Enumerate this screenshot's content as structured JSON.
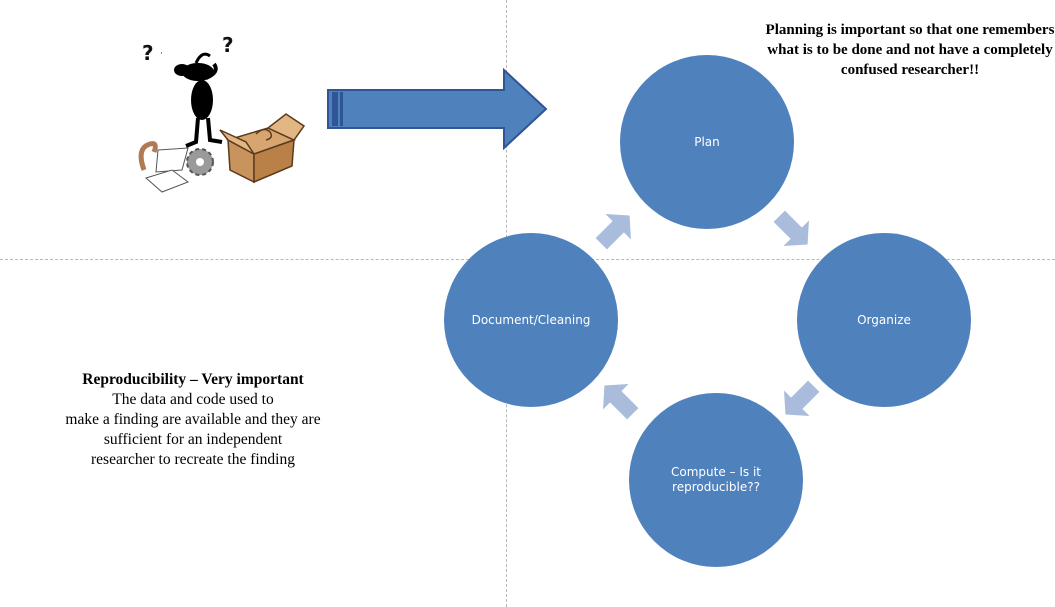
{
  "notes": {
    "planning": "Planning  is important so that one remembers what is to be done and not have a completely confused researcher!!",
    "reproducibility_heading": "Reproducibility – Very important",
    "reproducibility_lines": [
      "The data and code used to",
      "make a finding are available and they are",
      "sufficient for an independent",
      "researcher to recreate the finding"
    ]
  },
  "cycle": {
    "steps": [
      {
        "id": "plan",
        "label": "Plan"
      },
      {
        "id": "organize",
        "label": "Organize"
      },
      {
        "id": "compute",
        "label": "Compute – Is it reproducible??"
      },
      {
        "id": "document",
        "label": "Document/Cleaning"
      }
    ]
  },
  "colors": {
    "circle_fill": "#4f81bd",
    "cycle_arrow": "#a9bcdb",
    "big_arrow": "#4f81bd",
    "big_arrow_outline": "#2f5597"
  },
  "icons": {
    "clipart": "confused-researcher-illustration",
    "big_arrow": "right-arrow-icon",
    "cycle_arrows": "cycle-arrow-icon"
  }
}
